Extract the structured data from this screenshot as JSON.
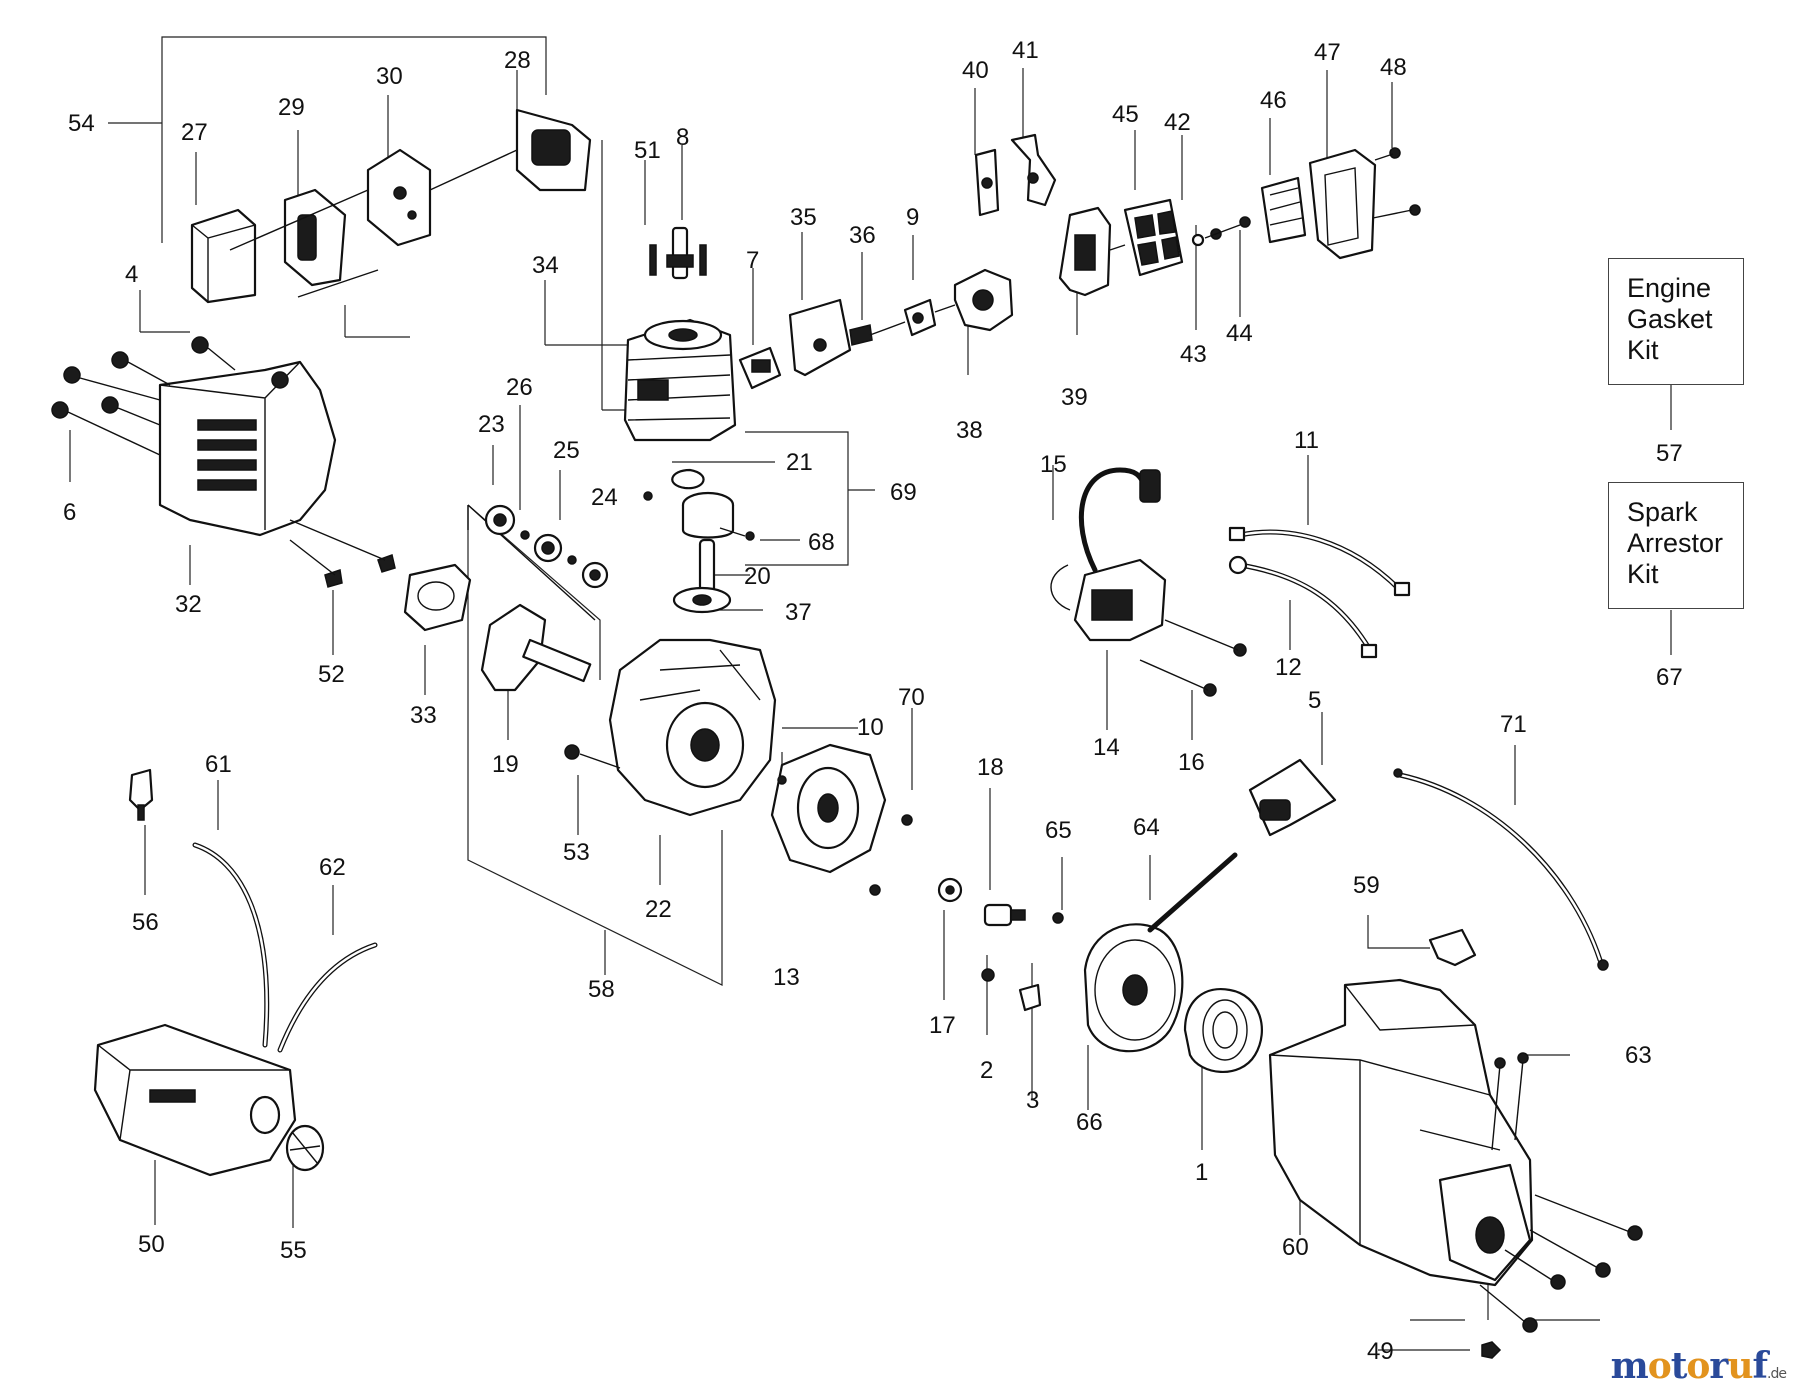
{
  "callouts": [
    "54",
    "27",
    "29",
    "30",
    "28",
    "51",
    "8",
    "40",
    "41",
    "45",
    "42",
    "46",
    "47",
    "48",
    "4",
    "34",
    "35",
    "36",
    "9",
    "7",
    "43",
    "44",
    "39",
    "38",
    "6",
    "23",
    "26",
    "25",
    "21",
    "69",
    "24",
    "68",
    "20",
    "37",
    "15",
    "11",
    "12",
    "14",
    "16",
    "32",
    "52",
    "33",
    "19",
    "53",
    "22",
    "10",
    "70",
    "13",
    "58",
    "18",
    "5",
    "71",
    "65",
    "64",
    "59",
    "17",
    "2",
    "3",
    "66",
    "1",
    "61",
    "62",
    "56",
    "50",
    "55",
    "60",
    "63",
    "49",
    "57",
    "67"
  ],
  "kits": {
    "engine_gasket": [
      "Engine",
      "Gasket",
      "Kit"
    ],
    "spark_arrestor": [
      "Spark",
      "Arrestor",
      "Kit"
    ]
  },
  "watermark": {
    "text": "motoruf",
    "tld": ".de",
    "colors": [
      "#2a4a9a",
      "#e2931e",
      "#2a4a9a",
      "#e2931e",
      "#2a4a9a",
      "#e2931e",
      "#2a4a9a"
    ]
  }
}
